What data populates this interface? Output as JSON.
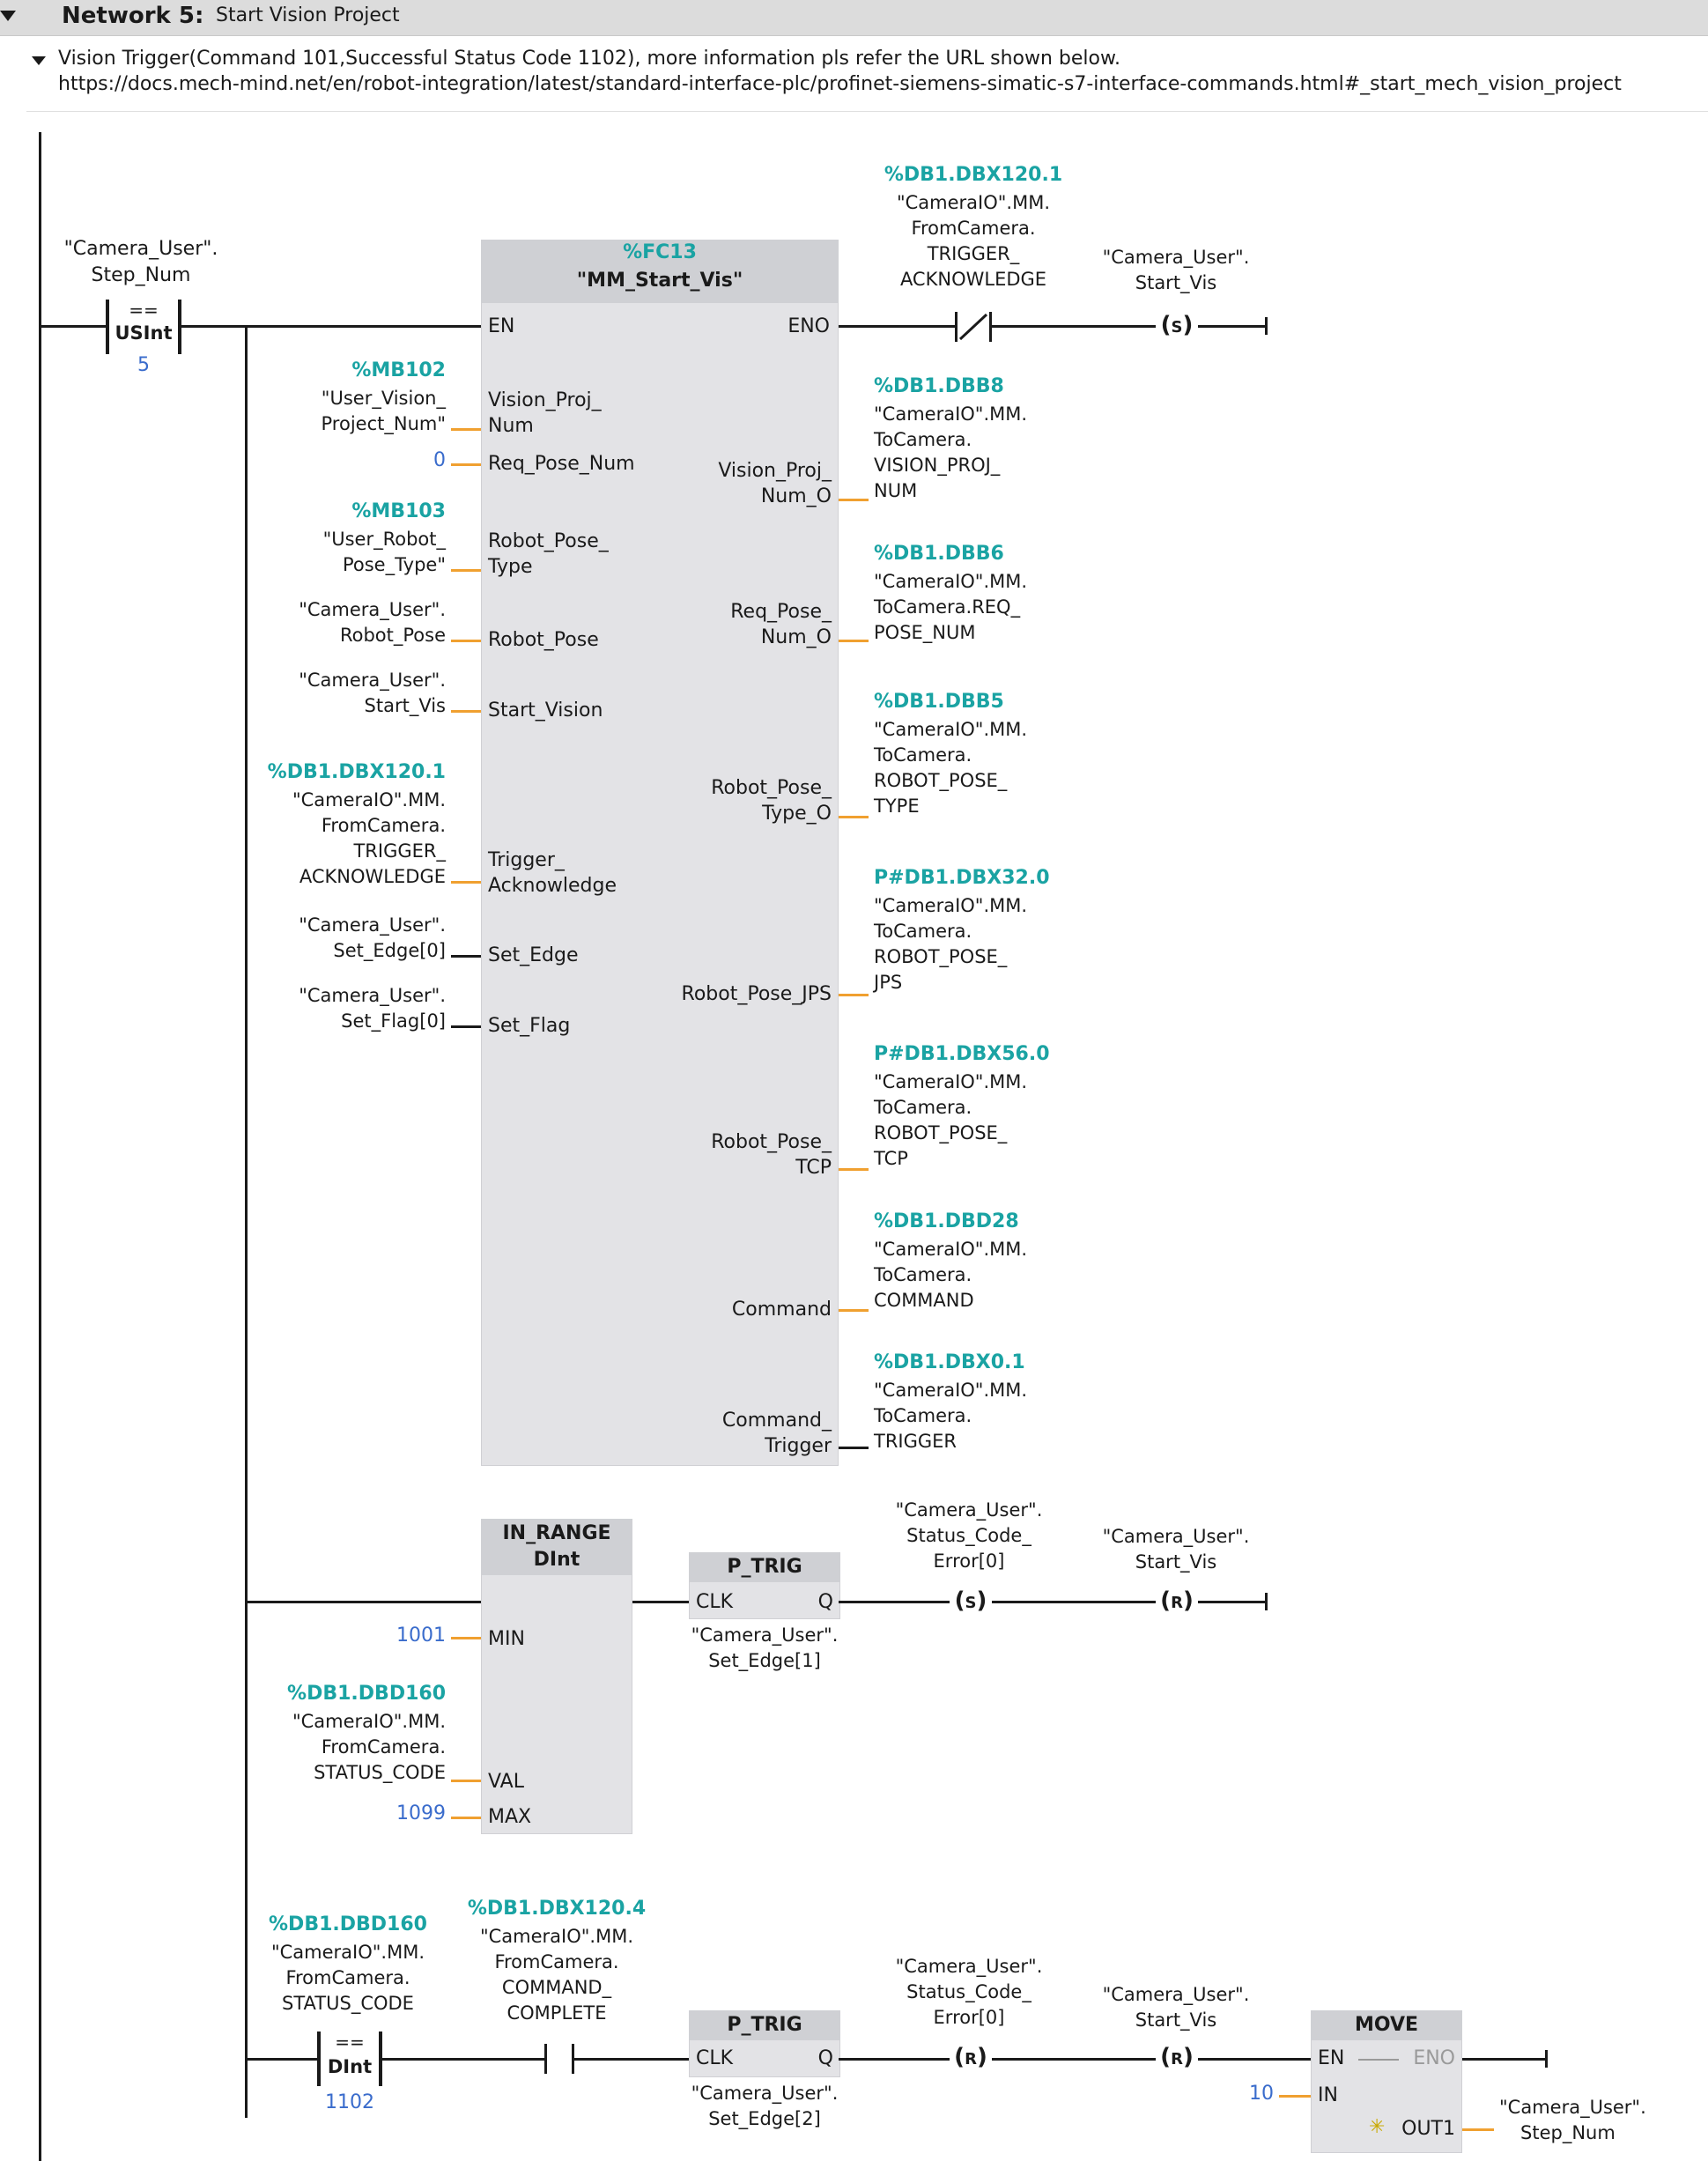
{
  "network": {
    "number_label": "Network 5:",
    "title": "Start Vision Project",
    "comment_line1": "Vision Trigger(Command 101,Successful Status Code 1102), more information pls refer the URL shown below.",
    "comment_line2": "https://docs.mech-mind.net/en/robot-integration/latest/standard-interface-plc/profinet-siemens-simatic-s7-interface-commands.html#_start_mech_vision_project"
  },
  "rung1": {
    "cmp": {
      "var_line1": "\"Camera_User\".",
      "var_line2": "Step_Num",
      "op": "==",
      "type": "USInt",
      "value": "5"
    },
    "fc": {
      "address": "%FC13",
      "name": "\"MM_Start_Vis\"",
      "en": "EN",
      "eno": "ENO"
    },
    "inputs": [
      {
        "addr": "%MB102",
        "l1": "\"User_Vision_",
        "l2": "Project_Num\"",
        "pin1": "Vision_Proj_",
        "pin2": "Num"
      },
      {
        "value": "0",
        "pin1": "Req_Pose_Num"
      },
      {
        "addr": "%MB103",
        "l1": "\"User_Robot_",
        "l2": "Pose_Type\"",
        "pin1": "Robot_Pose_",
        "pin2": "Type"
      },
      {
        "l1": "\"Camera_User\".",
        "l2": "Robot_Pose",
        "pin1": "Robot_Pose"
      },
      {
        "l1": "\"Camera_User\".",
        "l2": "Start_Vis",
        "pin1": "Start_Vision"
      },
      {
        "addr": "%DB1.DBX120.1",
        "l1": "\"CameraIO\".MM.",
        "l2": "FromCamera.",
        "l3": "TRIGGER_",
        "l4": "ACKNOWLEDGE",
        "pin1": "Trigger_",
        "pin2": "Acknowledge"
      },
      {
        "l1": "\"Camera_User\".",
        "l2": "Set_Edge[0]",
        "pin1": "Set_Edge"
      },
      {
        "l1": "\"Camera_User\".",
        "l2": "Set_Flag[0]",
        "pin1": "Set_Flag"
      }
    ],
    "outputs": [
      {
        "pin1": "Vision_Proj_",
        "pin2": "Num_O",
        "addr": "%DB1.DBB8",
        "l1": "\"CameraIO\".MM.",
        "l2": "ToCamera.",
        "l3": "VISION_PROJ_",
        "l4": "NUM"
      },
      {
        "pin1": "Req_Pose_",
        "pin2": "Num_O",
        "addr": "%DB1.DBB6",
        "l1": "\"CameraIO\".MM.",
        "l2": "ToCamera.REQ_",
        "l3": "POSE_NUM"
      },
      {
        "pin1": "Robot_Pose_",
        "pin2": "Type_O",
        "addr": "%DB1.DBB5",
        "l1": "\"CameraIO\".MM.",
        "l2": "ToCamera.",
        "l3": "ROBOT_POSE_",
        "l4": "TYPE"
      },
      {
        "pin1": "Robot_Pose_JPS",
        "addr": "P#DB1.DBX32.0",
        "l1": "\"CameraIO\".MM.",
        "l2": "ToCamera.",
        "l3": "ROBOT_POSE_",
        "l4": "JPS"
      },
      {
        "pin1": "Robot_Pose_",
        "pin2": "TCP",
        "addr": "P#DB1.DBX56.0",
        "l1": "\"CameraIO\".MM.",
        "l2": "ToCamera.",
        "l3": "ROBOT_POSE_",
        "l4": "TCP"
      },
      {
        "pin1": "Command",
        "addr": "%DB1.DBD28",
        "l1": "\"CameraIO\".MM.",
        "l2": "ToCamera.",
        "l3": "COMMAND"
      },
      {
        "pin1": "Command_",
        "pin2": "Trigger",
        "addr": "%DB1.DBX0.1",
        "l1": "\"CameraIO\".MM.",
        "l2": "ToCamera.",
        "l3": "TRIGGER"
      }
    ],
    "nc": {
      "addr": "%DB1.DBX120.1",
      "l1": "\"CameraIO\".MM.",
      "l2": "FromCamera.",
      "l3": "TRIGGER_",
      "l4": "ACKNOWLEDGE"
    },
    "coil": {
      "l1": "\"Camera_User\".",
      "l2": "Start_Vis",
      "symbol": "S"
    }
  },
  "rung2": {
    "inrange": {
      "name": "IN_RANGE",
      "type": "DInt",
      "min_pin": "MIN",
      "val_pin": "VAL",
      "max_pin": "MAX",
      "min_value": "1001",
      "max_value": "1099"
    },
    "val_tag": {
      "addr": "%DB1.DBD160",
      "l1": "\"CameraIO\".MM.",
      "l2": "FromCamera.",
      "l3": "STATUS_CODE"
    },
    "ptrig": {
      "name": "P_TRIG",
      "clk": "CLK",
      "q": "Q",
      "l1": "\"Camera_User\".",
      "l2": "Set_Edge[1]"
    },
    "coil1": {
      "l1": "\"Camera_User\".",
      "l2": "Status_Code_",
      "l3": "Error[0]",
      "symbol": "S"
    },
    "coil2": {
      "l1": "\"Camera_User\".",
      "l2": "Start_Vis",
      "symbol": "R"
    }
  },
  "rung3": {
    "cmp": {
      "addr": "%DB1.DBD160",
      "l1": "\"CameraIO\".MM.",
      "l2": "FromCamera.",
      "l3": "STATUS_CODE",
      "op": "==",
      "type": "DInt",
      "value": "1102"
    },
    "no": {
      "addr": "%DB1.DBX120.4",
      "l1": "\"CameraIO\".MM.",
      "l2": "FromCamera.",
      "l3": "COMMAND_",
      "l4": "COMPLETE"
    },
    "ptrig": {
      "name": "P_TRIG",
      "clk": "CLK",
      "q": "Q",
      "l1": "\"Camera_User\".",
      "l2": "Set_Edge[2]"
    },
    "coil1": {
      "l1": "\"Camera_User\".",
      "l2": "Status_Code_",
      "l3": "Error[0]",
      "symbol": "R"
    },
    "coil2": {
      "l1": "\"Camera_User\".",
      "l2": "Start_Vis",
      "symbol": "R"
    },
    "move": {
      "name": "MOVE",
      "en": "EN",
      "eno": "ENO",
      "in": "IN",
      "out": "OUT1",
      "in_value": "10",
      "out_l1": "\"Camera_User\".",
      "out_l2": "Step_Num"
    }
  }
}
